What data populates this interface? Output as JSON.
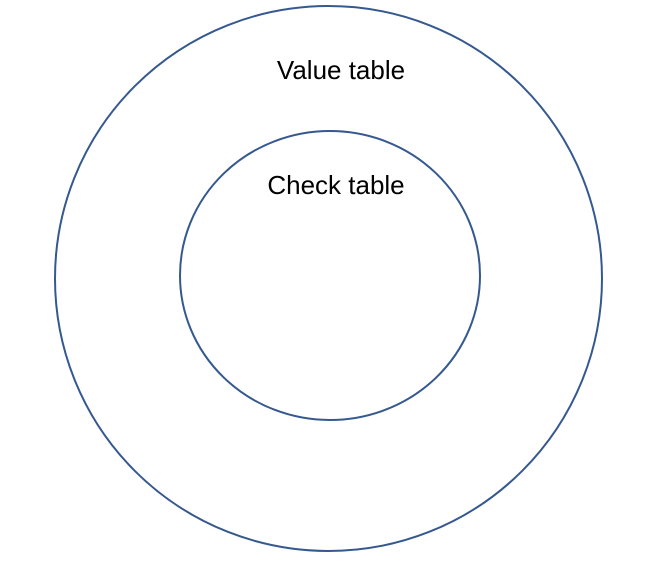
{
  "diagram": {
    "type": "venn-containment",
    "outer_circle": {
      "label": "Value table"
    },
    "inner_circle": {
      "label": "Check table"
    },
    "stroke_color": "#35598F",
    "stroke_width": "2",
    "fill_color": "none",
    "background_color": "#FFFFFF",
    "text_color": "#000000"
  }
}
